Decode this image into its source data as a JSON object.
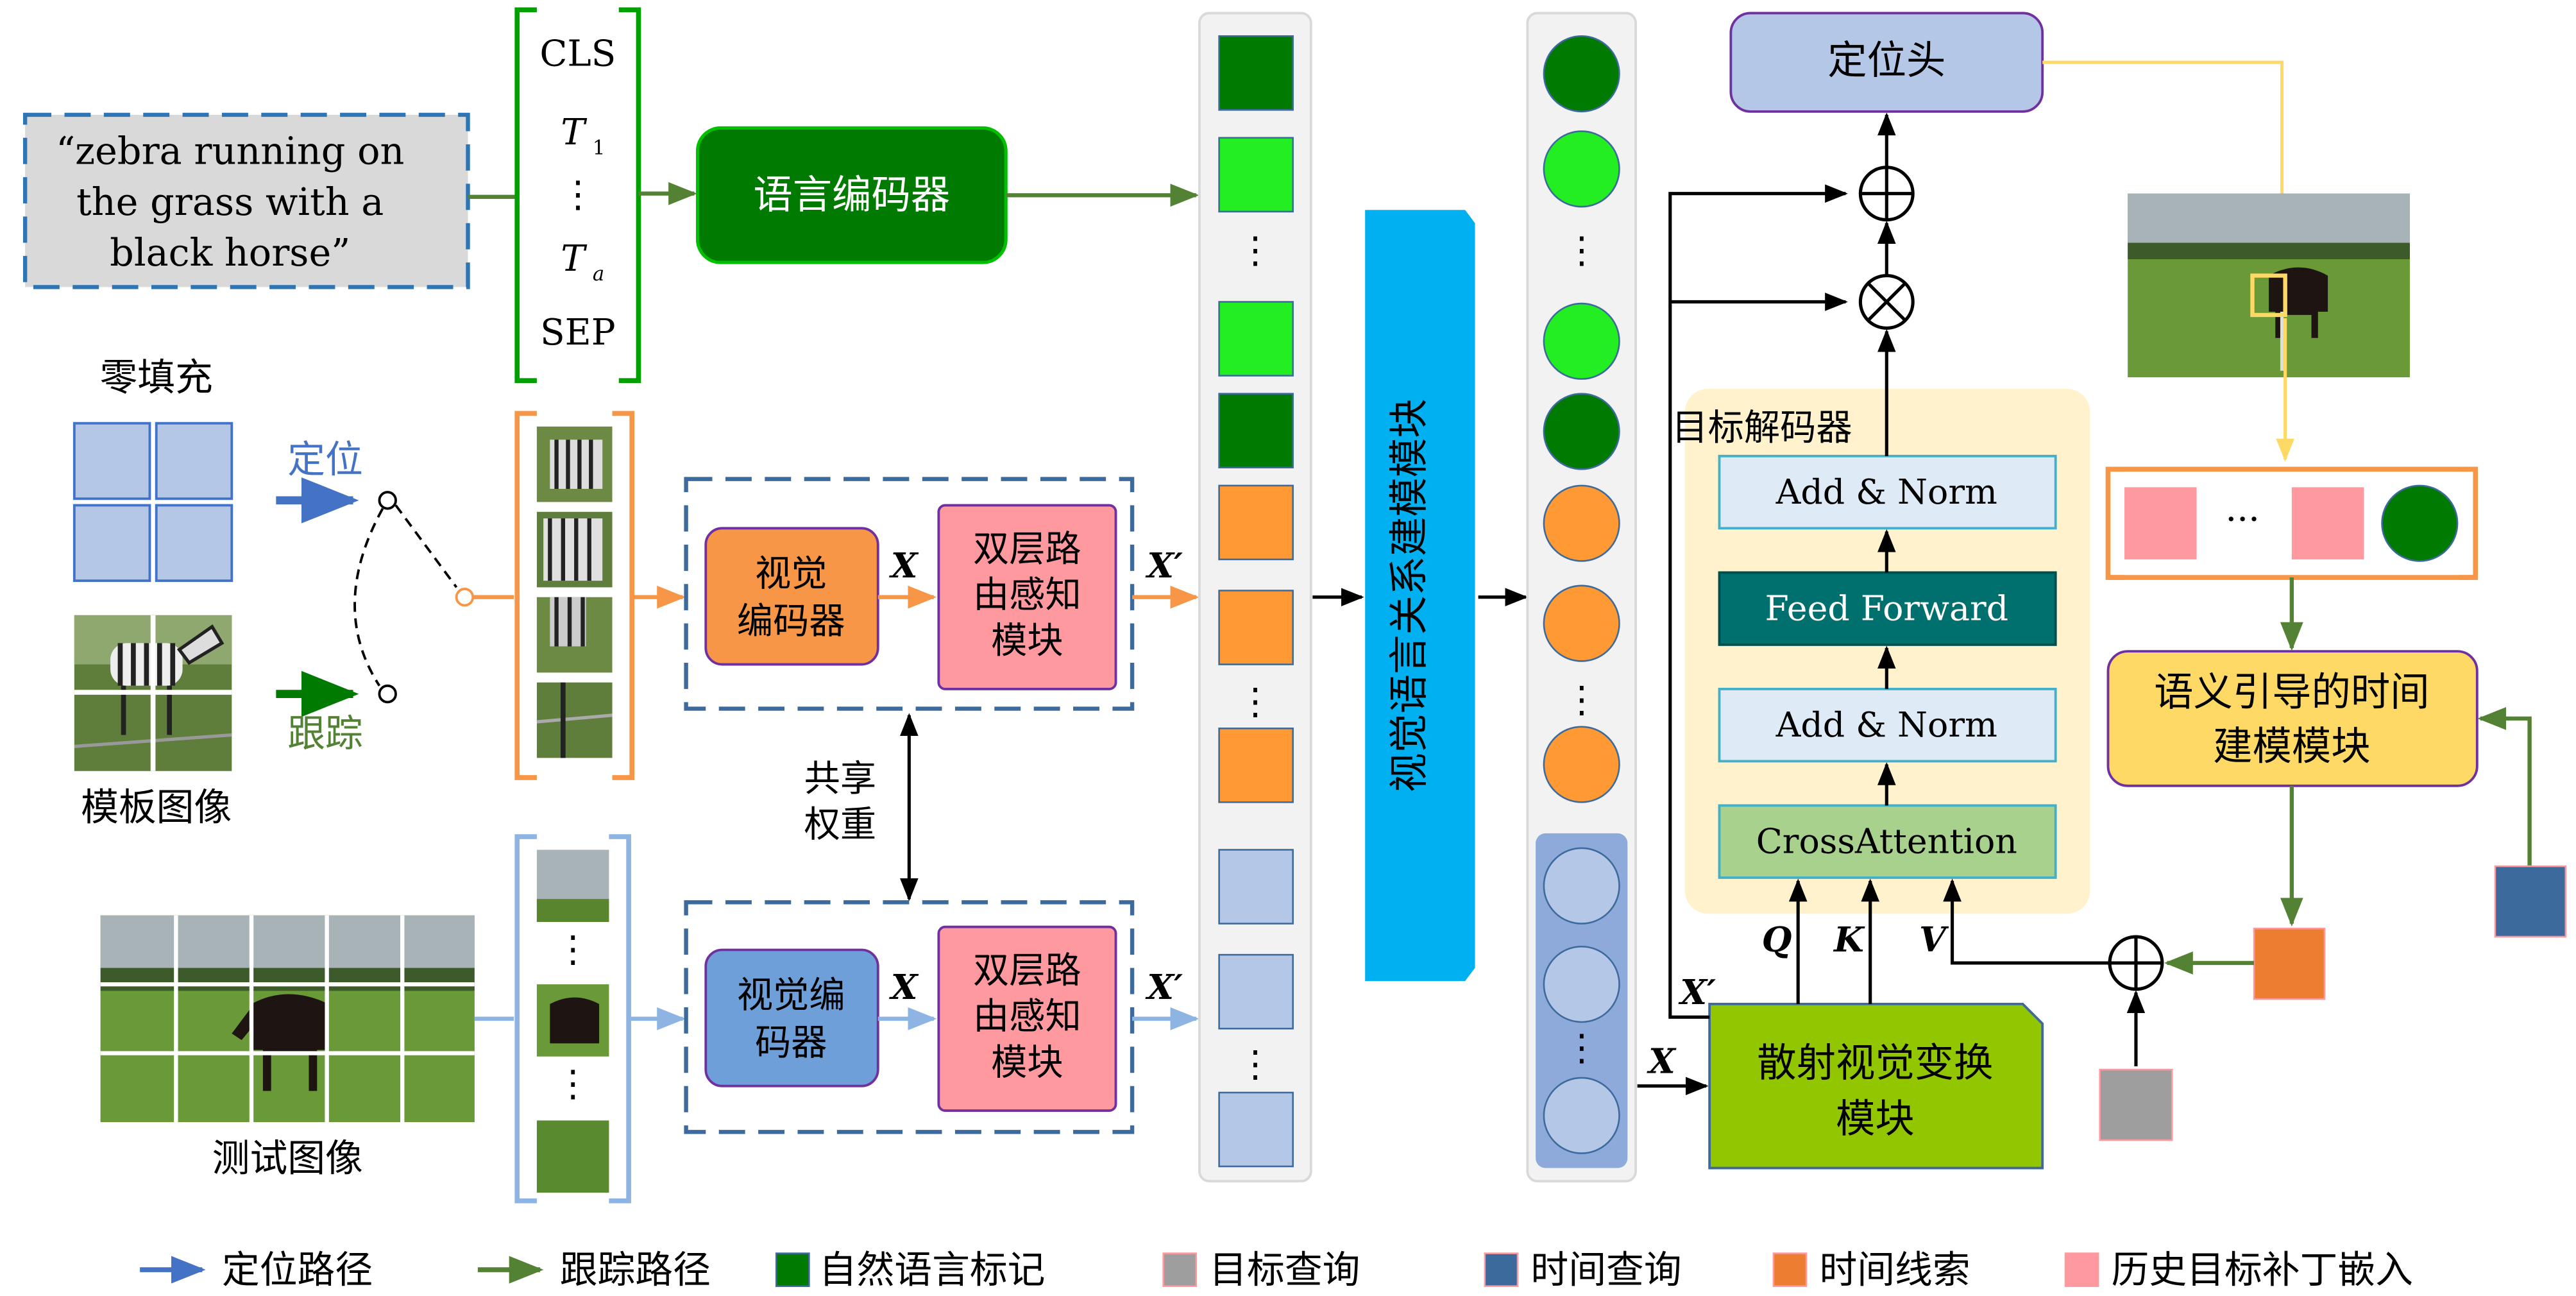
{
  "text_input": {
    "line1": "“zebra running on",
    "line2": "the grass with a",
    "line3": "black horse”"
  },
  "tokens": {
    "cls": "CLS",
    "t1_base": "T",
    "t1_sub": "1",
    "vdots": "⋮",
    "ta_base": "T",
    "ta_sub": "a",
    "sep": "SEP"
  },
  "language_encoder": "语言编码器",
  "zero_padding": "零填充",
  "localize": "定位",
  "track": "跟踪",
  "template_image": "模板图像",
  "test_image": "测试图像",
  "visual_encoder_top": {
    "line1": "视觉",
    "line2": "编码器"
  },
  "visual_encoder_bottom": {
    "line1": "视觉编",
    "line2": "码器"
  },
  "dual_router": {
    "line1": "双层路",
    "line2": "由感知",
    "line3": "模块"
  },
  "x_label": "X",
  "x_prime_label": "X′",
  "shared_weights": {
    "line1": "共享",
    "line2": "权重"
  },
  "vl_module": "视觉语言关系建模模块",
  "dots": "⋮",
  "horizontal_dots": "···",
  "target_decoder": "目标解码器",
  "decoder_blocks": {
    "add_norm": "Add & Norm",
    "feed_forward": "Feed Forward",
    "cross_attention": "CrossAttention"
  },
  "qkv": {
    "q": "Q",
    "k": "K",
    "v": "V"
  },
  "scatter_module": {
    "line1": "散射视觉变换",
    "line2": "模块"
  },
  "localization_head": "定位头",
  "temporal_module": {
    "line1": "语义引导的时间",
    "line2": "建模模块"
  },
  "legend": [
    {
      "label": "定位路径",
      "kind": "arrow",
      "color": "#4472c4"
    },
    {
      "label": "跟踪路径",
      "kind": "arrow",
      "color": "#548235"
    },
    {
      "label": "自然语言标记",
      "kind": "square",
      "color": "#007a00"
    },
    {
      "label": "目标查询",
      "kind": "square",
      "color": "#9e9e9e"
    },
    {
      "label": "时间查询",
      "kind": "square",
      "color": "#3d6a9c"
    },
    {
      "label": "时间线索",
      "kind": "square",
      "color": "#ed7d31"
    },
    {
      "label": "历史目标补丁嵌入",
      "kind": "square",
      "color": "#ff9999"
    }
  ],
  "colors": {
    "dark_green": "#007a00",
    "light_green": "#22ee22",
    "orange": "#ff9933",
    "light_blue": "#b4c7e7",
    "vl_blue": "#00b0f0",
    "teal": "#00706f",
    "lime": "#92c700",
    "pink": "#ff99a0",
    "yellow": "#ffd966"
  }
}
